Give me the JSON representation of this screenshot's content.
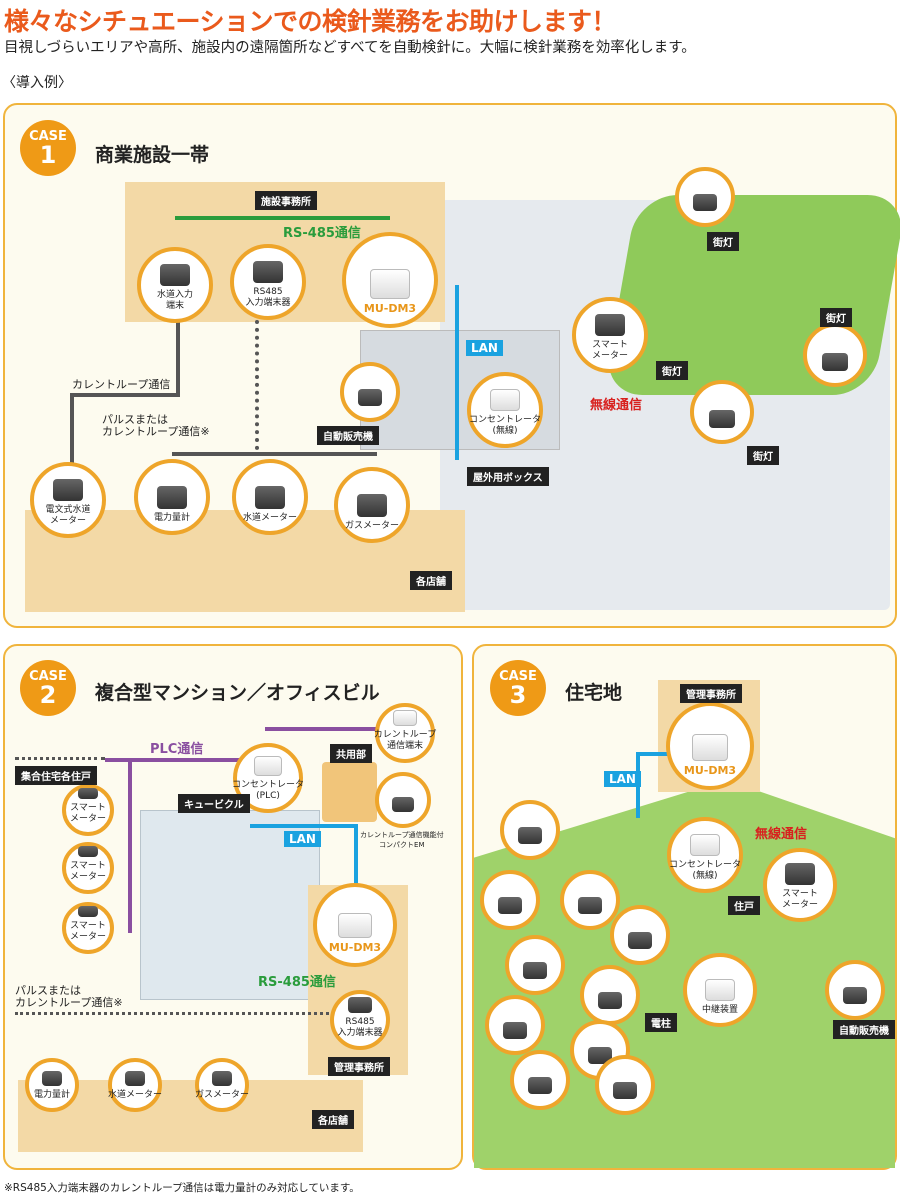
{
  "header": {
    "title": "様々なシチュエーションでの検針業務をお助けします！",
    "subtitle": "目視しづらいエリアや高所、施設内の遠隔箇所などすべてを自動検針に。大幅に検針業務を効率化します。",
    "example": "〈導入例〉"
  },
  "case1": {
    "badge": "CASE",
    "num": "1",
    "title": "商業施設一帯",
    "office": "施設事務所",
    "rs485": "RS-485通信",
    "lan": "LAN",
    "wireless": "無線通信",
    "current_loop": "カレントループ通信",
    "pulse": "パルスまたは\nカレントループ通信※",
    "vending": "自動販売機",
    "outdoor_box": "屋外用ボックス",
    "shops": "各店舗",
    "streetlight": "街灯",
    "devices": [
      "水道入力\n端末",
      "RS485\n入力端末器",
      "MU-DM3",
      "スマート\nメーター",
      "コンセントレータ\n(無線)",
      "電文式水道\nメーター",
      "電力量計",
      "水道メーター",
      "ガスメーター"
    ]
  },
  "case2": {
    "badge": "CASE",
    "num": "2",
    "title": "複合型マンション／オフィスビル",
    "residences": "集合住宅各住戸",
    "plc": "PLC通信",
    "cubicle": "キュービクル",
    "common": "共用部",
    "lan": "LAN",
    "rs485": "RS-485通信",
    "pulse": "パルスまたは\nカレントループ通信※",
    "mgmt": "管理事務所",
    "shops": "各店舗",
    "devices": [
      "コンセントレータ\n(PLC)",
      "カレントループ\n通信端末",
      "MU-DM3",
      "RS485\n入力端末器",
      "スマート\nメーター",
      "電力量計",
      "水道メーター",
      "ガスメーター"
    ],
    "em_label": "カレントループ通信機能付\nコンパクトEM"
  },
  "case3": {
    "badge": "CASE",
    "num": "3",
    "title": "住宅地",
    "mgmt": "管理事務所",
    "lan": "LAN",
    "wireless": "無線通信",
    "house": "住戸",
    "pole": "電柱",
    "vending": "自動販売機",
    "devices": [
      "MU-DM3",
      "コンセントレータ\n(無線)",
      "スマート\nメーター",
      "中継装置"
    ]
  },
  "footnote": "※RS485入力端末器のカレントループ通信は電力量計のみ対応しています。"
}
